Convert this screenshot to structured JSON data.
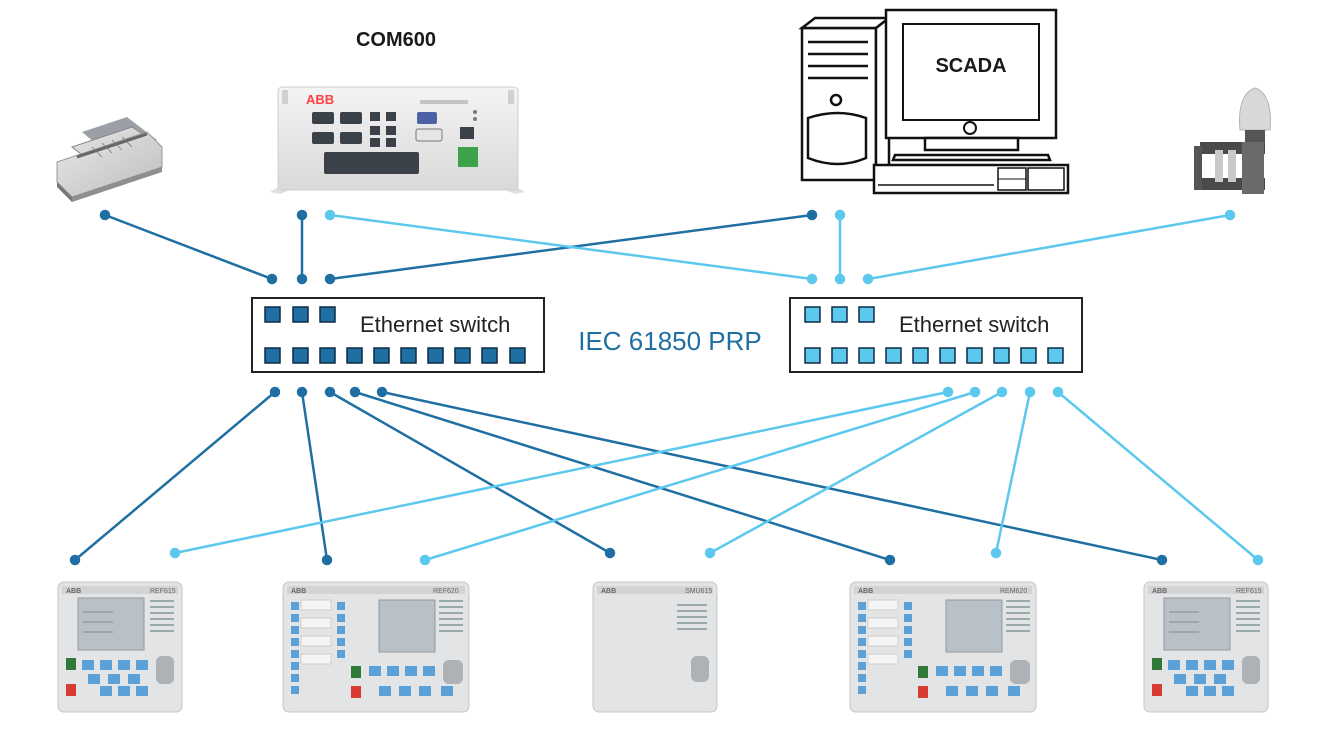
{
  "diagram": {
    "com600_label": "COM600",
    "scada_label": "SCADA",
    "switch_a_label": "Ethernet switch",
    "switch_b_label": "Ethernet switch",
    "protocol_label": "IEC 61850 PRP",
    "colors": {
      "network_a": "#1f6fa3",
      "network_b": "#5cc8ee",
      "protocol_text": "#1f6fa3",
      "device_frame": "#d8dadc"
    },
    "ied_devices": [
      {
        "id": "ied-1",
        "brand": "ABB",
        "model": "REF615"
      },
      {
        "id": "ied-2",
        "brand": "ABB",
        "model": "REF620"
      },
      {
        "id": "ied-3",
        "brand": "ABB",
        "model": "SMU615"
      },
      {
        "id": "ied-4",
        "brand": "ABB",
        "model": "REM620"
      },
      {
        "id": "ied-5",
        "brand": "ABB",
        "model": "REF615"
      }
    ],
    "icons": [
      "printer-icon",
      "com600-unit-icon",
      "scada-workstation-icon",
      "gps-antenna-icon"
    ]
  }
}
